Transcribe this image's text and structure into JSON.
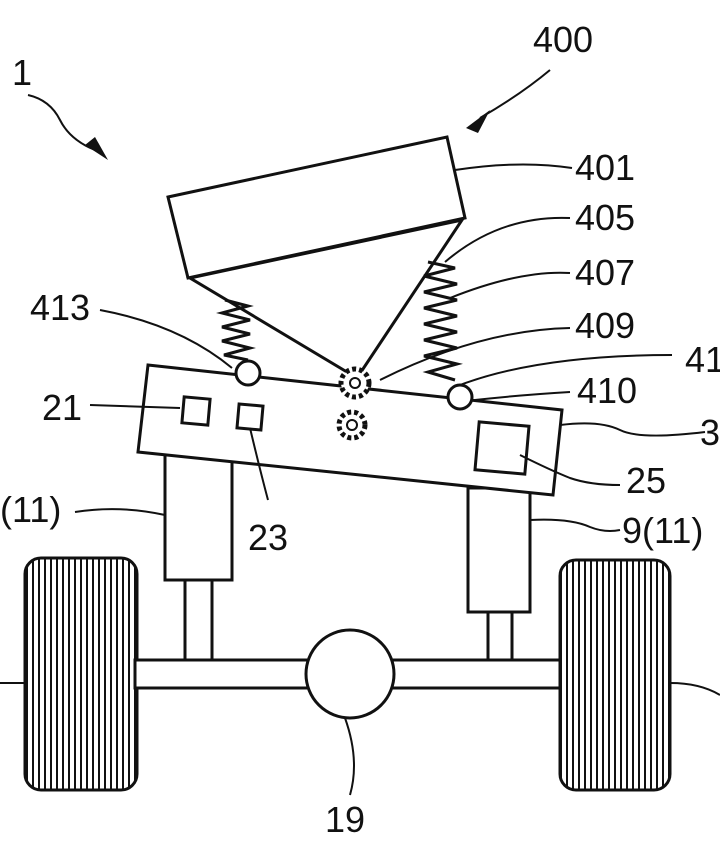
{
  "figure": {
    "labels": {
      "system": "1",
      "unit": "400",
      "hopper": "401",
      "spring_right": "405",
      "spring_right_b": "407",
      "gear_upper": "409",
      "cut_label": "41",
      "pivot_left": "413",
      "pivot_right": "410",
      "body": "3",
      "box_21": "21",
      "box_23": "23",
      "box_25": "25",
      "strut_left": "(11)",
      "strut_right": "9(11)",
      "differential": "19"
    }
  }
}
